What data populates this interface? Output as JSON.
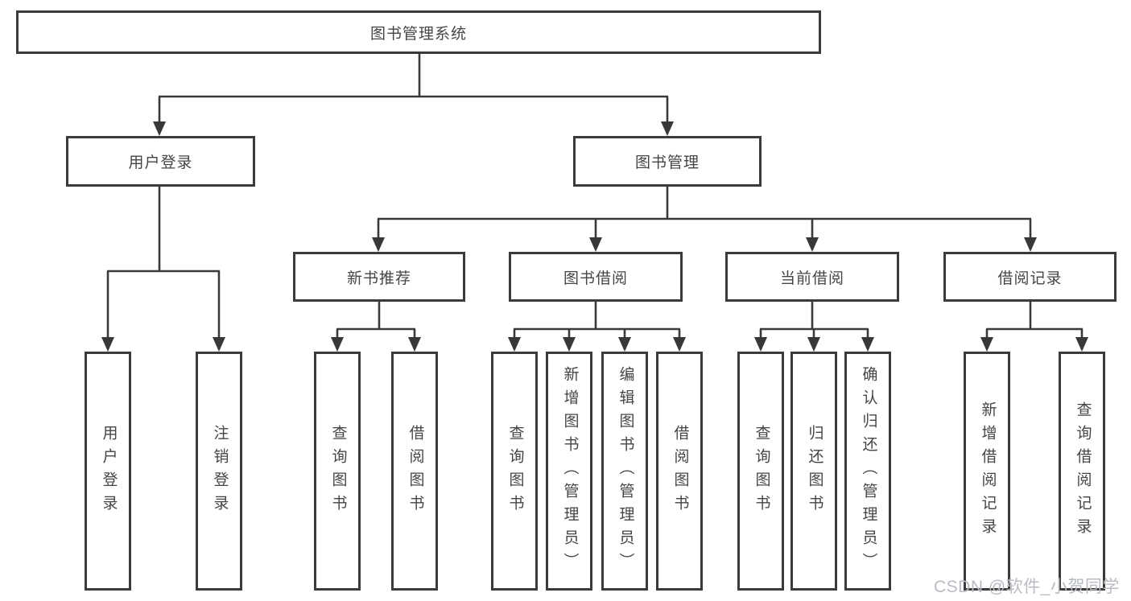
{
  "tree": {
    "root": "图书管理系统",
    "branches": [
      {
        "label": "用户登录",
        "children": [
          "用户登录",
          "注销登录"
        ]
      },
      {
        "label": "图书管理",
        "groups": [
          {
            "label": "新书推荐",
            "children": [
              "查询图书",
              "借阅图书"
            ]
          },
          {
            "label": "图书借阅",
            "children": [
              "查询图书",
              "新增图书（管理员）",
              "编辑图书（管理员）",
              "借阅图书"
            ]
          },
          {
            "label": "当前借阅",
            "children": [
              "查询图书",
              "归还图书",
              "确认归还（管理员）"
            ]
          },
          {
            "label": "借阅记录",
            "children": [
              "新增借阅记录",
              "查询借阅记录"
            ]
          }
        ]
      }
    ]
  },
  "watermark": "CSDN @软件_小贺同学",
  "colors": {
    "line": "#3a3a3a",
    "box_border": "#3b3b3b",
    "text": "#454545",
    "watermark": "#b8bcc2",
    "background": "#ffffff"
  }
}
